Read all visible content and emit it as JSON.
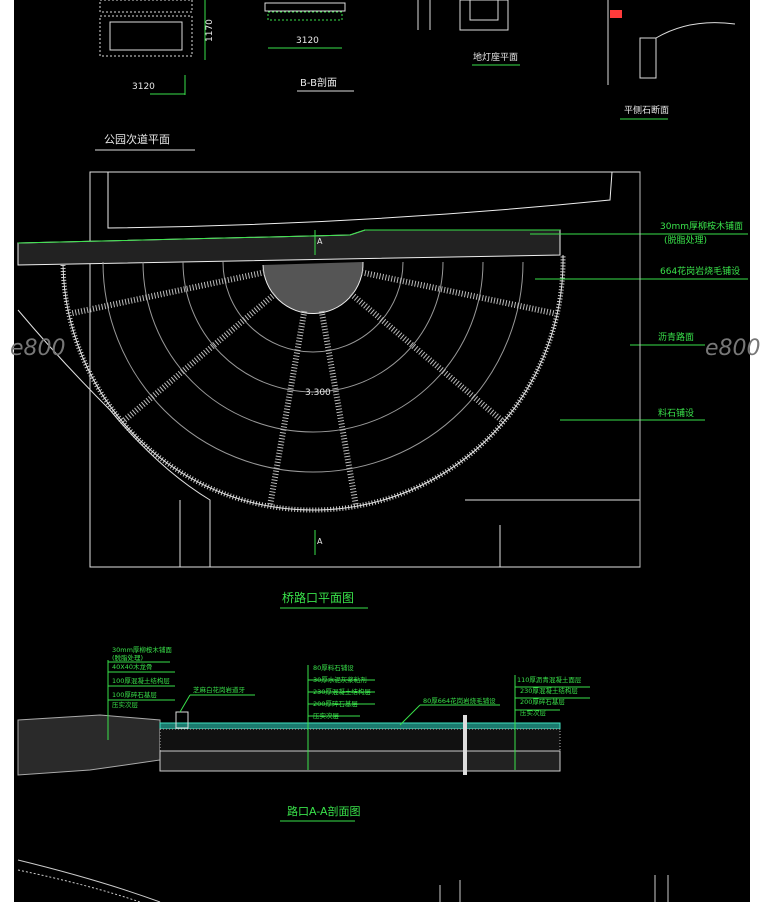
{
  "top_details": {
    "dim_width_1": "3120",
    "dim_height_1": "1170",
    "dim_width_2": "3120",
    "section_bb_title": "B-B剖面",
    "lamp_base_title": "地灯座平面",
    "curb_section_title": "平侧石断面",
    "secondary_path_title": "公园次道平面"
  },
  "plan": {
    "title": "桥路口平面图",
    "section_marker": "A",
    "elevation": "3.300",
    "callouts": [
      "30mm厚柳桉木铺面",
      "(脱脂处理)",
      "664花岗岩烧毛铺设",
      "沥青路面",
      "料石铺设"
    ]
  },
  "section_aa": {
    "title": "路口A-A剖面图",
    "left_labels": [
      "30mm厚柳桉木铺面",
      "(脱脂处理)",
      "40X40木龙骨",
      "100厚混凝土结构层",
      "100厚碎石基层",
      "压实次层"
    ],
    "curb_label": "芝麻白花岗岩道牙",
    "middle_labels": [
      "80厚料石铺设",
      "30厚水泥灰浆粘剂",
      "230厚混凝土结构层",
      "200厚碎石基层",
      "压实次层"
    ],
    "paving_label": "80厚664花岗岩烧毛铺设",
    "right_labels": [
      "110厚沥青混凝土面层",
      "230厚混凝土结构层",
      "200厚碎石基层",
      "压实次层"
    ]
  },
  "watermark": "e800",
  "colors": {
    "background": "#000000",
    "line": "#e8e8e8",
    "annotation": "#39e14a",
    "accent": "#ff3b3b"
  }
}
